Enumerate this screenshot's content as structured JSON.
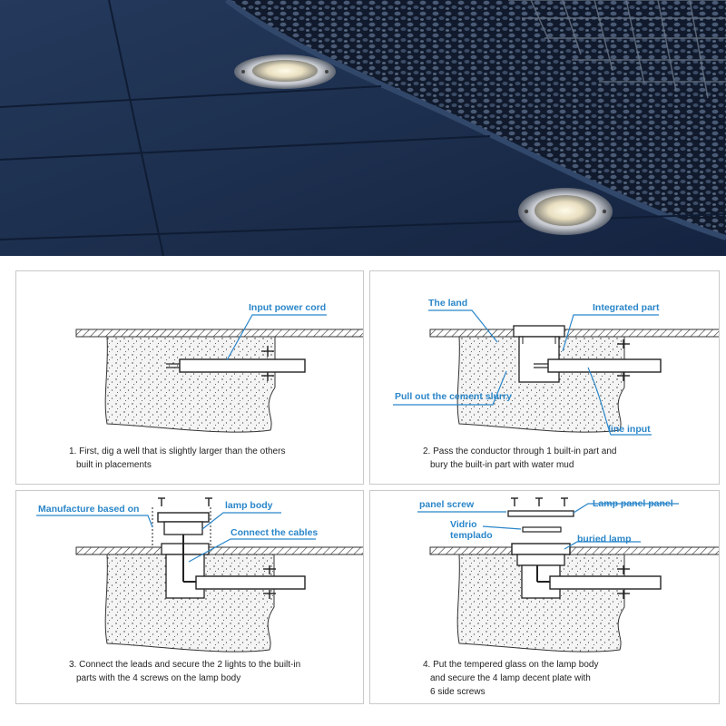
{
  "colors": {
    "label_blue": "#2a86c9",
    "concrete_fill": "#f4f4f4",
    "photo_paving": "#1d3150",
    "lamp_light": "#f4ead0"
  },
  "photo": {
    "icon": "inground-lamp-photo"
  },
  "panels": [
    {
      "labels": {
        "input_power_cord": "Input power cord"
      },
      "caption": [
        "1. First, dig a well that is slightly larger than the others",
        "built in placements"
      ]
    },
    {
      "labels": {
        "the_land": "The land",
        "integrated_part": "Integrated part",
        "pull_out": "Pull out the cement slurry",
        "line_input": "line input"
      },
      "caption": [
        "2. Pass the conductor through 1 built-in part and",
        "bury the built-in part with water mud"
      ]
    },
    {
      "labels": {
        "manufacture": "Manufacture based on",
        "lamp_body": "lamp body",
        "connect_cables": "Connect the cables"
      },
      "caption": [
        "3. Connect the leads and secure the 2 lights to the built-in",
        "parts with the 4 screws on the lamp body"
      ]
    },
    {
      "labels": {
        "panel_screw": "panel screw",
        "lamp_panel": "Lamp panel panel",
        "vidrio": "Vidrio",
        "templado": "templado",
        "buried_lamp": "buried lamp"
      },
      "caption": [
        "4. Put the tempered glass on the lamp body",
        "and secure the 4 lamp decent plate with",
        "6 side screws"
      ]
    }
  ]
}
